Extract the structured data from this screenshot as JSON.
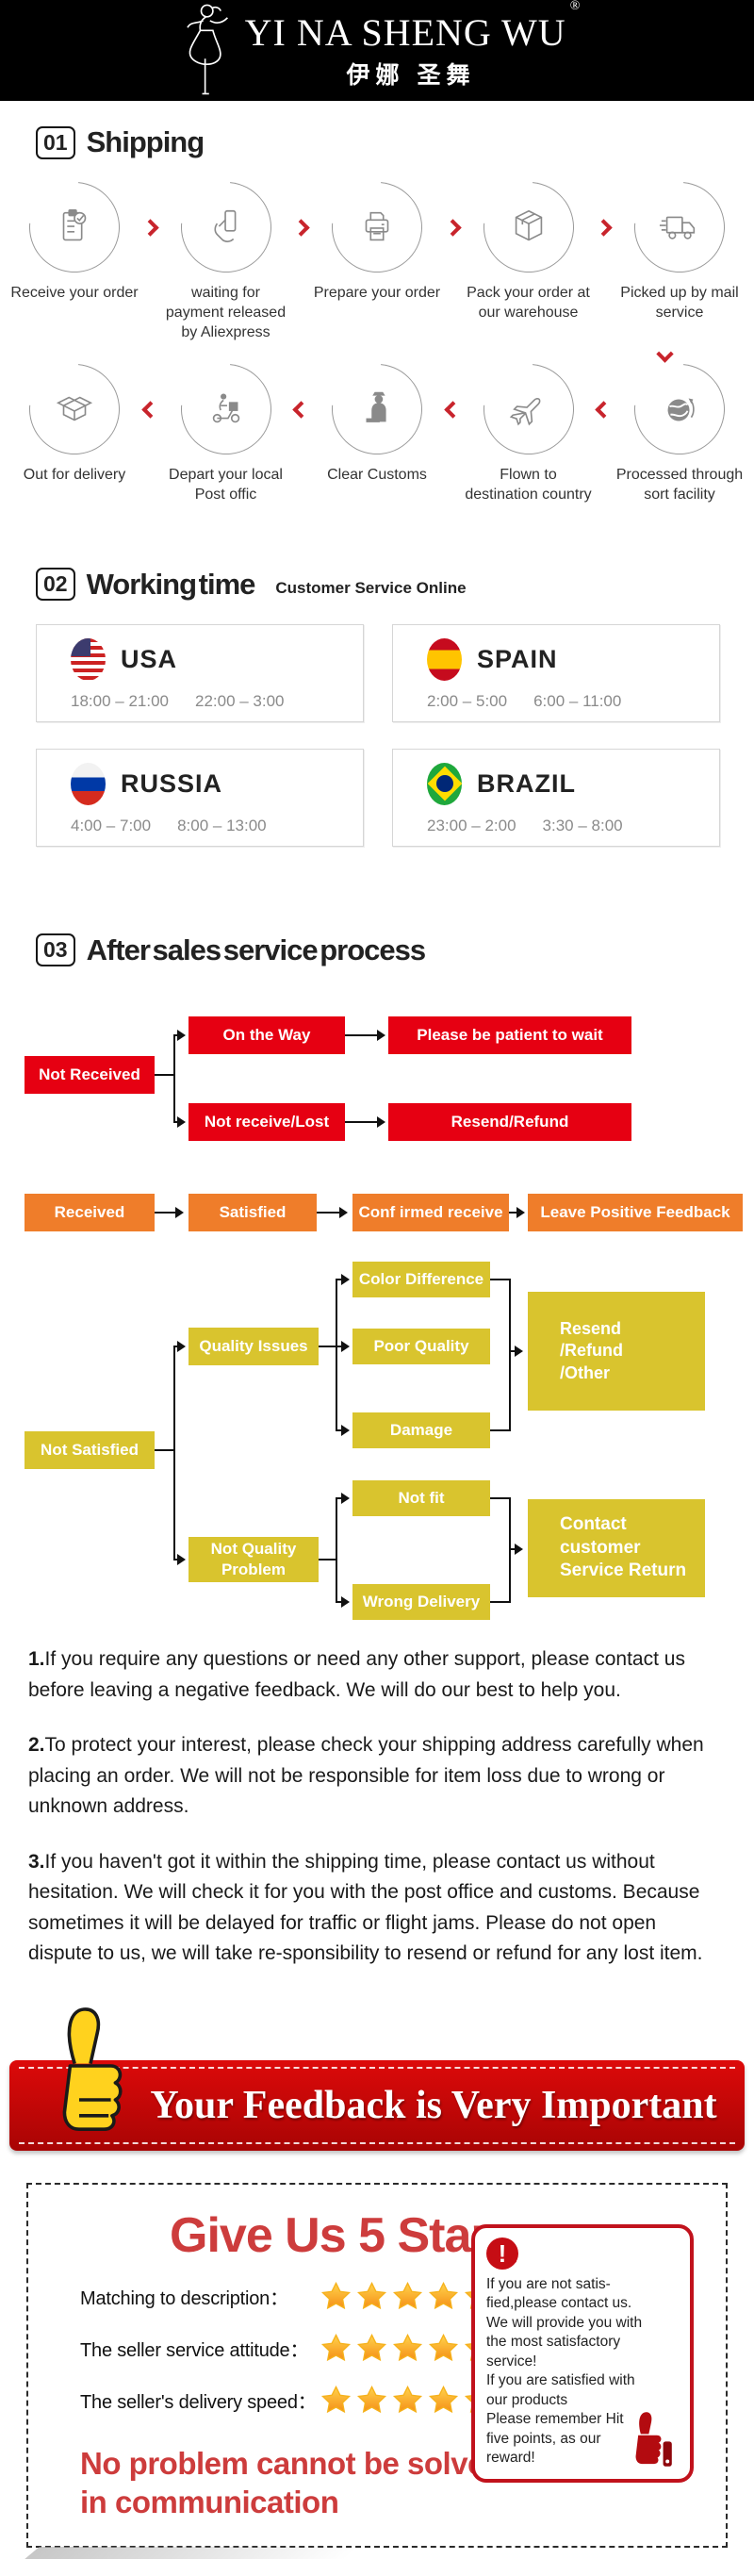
{
  "brand": {
    "name": "YI NA SHENG WU",
    "registered": "®",
    "chinese": "伊娜 圣舞"
  },
  "colors": {
    "flow_red": "#e60012",
    "flow_orange": "#ef7d2a",
    "flow_yellow": "#d9c42e",
    "banner_red": "#b30505",
    "accent_red": "#cd3c3c",
    "chevron_red": "#c8242c"
  },
  "shipping": {
    "number": "01",
    "title": "Shipping",
    "steps_row1": [
      {
        "label": "Receive your order",
        "icon": "clipboard-check"
      },
      {
        "label": "waiting for payment released by Aliexpress",
        "icon": "hand-card"
      },
      {
        "label": "Prepare your order",
        "icon": "printer"
      },
      {
        "label": "Pack your order at our warehouse",
        "icon": "package-box"
      },
      {
        "label": "Picked up by mail service",
        "icon": "delivery-truck"
      }
    ],
    "steps_row2": [
      {
        "label": "Out for delivery",
        "icon": "open-box"
      },
      {
        "label": "Depart your local Post offic",
        "icon": "scooter"
      },
      {
        "label": "Clear Customs",
        "icon": "customs-officer"
      },
      {
        "label": "Flown to destination country",
        "icon": "airplane"
      },
      {
        "label": "Processed through sort facility",
        "icon": "globe"
      }
    ]
  },
  "working_time": {
    "number": "02",
    "title": "Working time",
    "subtitle": "Customer Service Online",
    "countries": [
      {
        "name": "USA",
        "flag": "usa",
        "times": [
          "18:00 – 21:00",
          "22:00 – 3:00"
        ]
      },
      {
        "name": "SPAIN",
        "flag": "spain",
        "times": [
          "2:00 – 5:00",
          "6:00 – 11:00"
        ]
      },
      {
        "name": "RUSSIA",
        "flag": "russia",
        "times": [
          "4:00 – 7:00",
          "8:00 – 13:00"
        ]
      },
      {
        "name": "BRAZIL",
        "flag": "brazil",
        "times": [
          "23:00 – 2:00",
          "3:30 – 8:00"
        ]
      }
    ]
  },
  "after_sales": {
    "number": "03",
    "title": "After sales service process",
    "flow": {
      "not_received": "Not Received",
      "on_the_way": "On the Way",
      "be_patient": "Please be patient to wait",
      "not_receive_lost": "Not receive/Lost",
      "resend_refund": "Resend/Refund",
      "received": "Received",
      "satisfied": "Satisfied",
      "confirmed_receive": "Conf irmed receive",
      "leave_feedback": "Leave Positive Feedback",
      "not_satisfied": "Not Satisfied",
      "quality_issues": "Quality Issues",
      "color_difference": "Color Difference",
      "poor_quality": "Poor Quality",
      "damage": "Damage",
      "resend_refund_other": "Resend\n/Refund\n/Other",
      "not_quality_problem": "Not Quality\nProblem",
      "not_fit": "Not fit",
      "wrong_delivery": "Wrong Delivery",
      "contact_customer": "Contact customer\nService Return"
    }
  },
  "notes": [
    {
      "n": "1.",
      "text": "If you require any questions or need any other support, please contact us before leaving a negative feedback. We will do our best to help you."
    },
    {
      "n": "2.",
      "text": "To protect your interest, please check your shipping address carefully when placing an order. We will not be responsible for item loss due to wrong or unknown address."
    },
    {
      "n": "3.",
      "text": "If you haven't got it within the shipping time, please contact us without hesitation. We will check it for you with the post office and customs. Because sometimes it will be delayed for traffic or flight jams. Please do not open dispute to us, we will take re-sponsibility to resend or refund for any lost item."
    }
  ],
  "feedback_banner": {
    "text": "Your Feedback is Very Important"
  },
  "five_stars": {
    "title": "Give Us 5 Stars",
    "star_count": 5,
    "ratings": [
      {
        "label": "Matching to description：",
        "points": "Five points"
      },
      {
        "label": "The seller service attitude：",
        "points": "Five points"
      },
      {
        "label": "The seller's delivery speed：",
        "points": "Five points"
      }
    ],
    "slogan": "No problem cannot be solved\nin communication",
    "notice": "If you are not satis-\nfied,please contact us.\nWe will provide you with\nthe most satisfactory\nservice!\nIf you are satisfied with\nour products\nPlease remember Hit\nfive points, as our\nreward!"
  }
}
